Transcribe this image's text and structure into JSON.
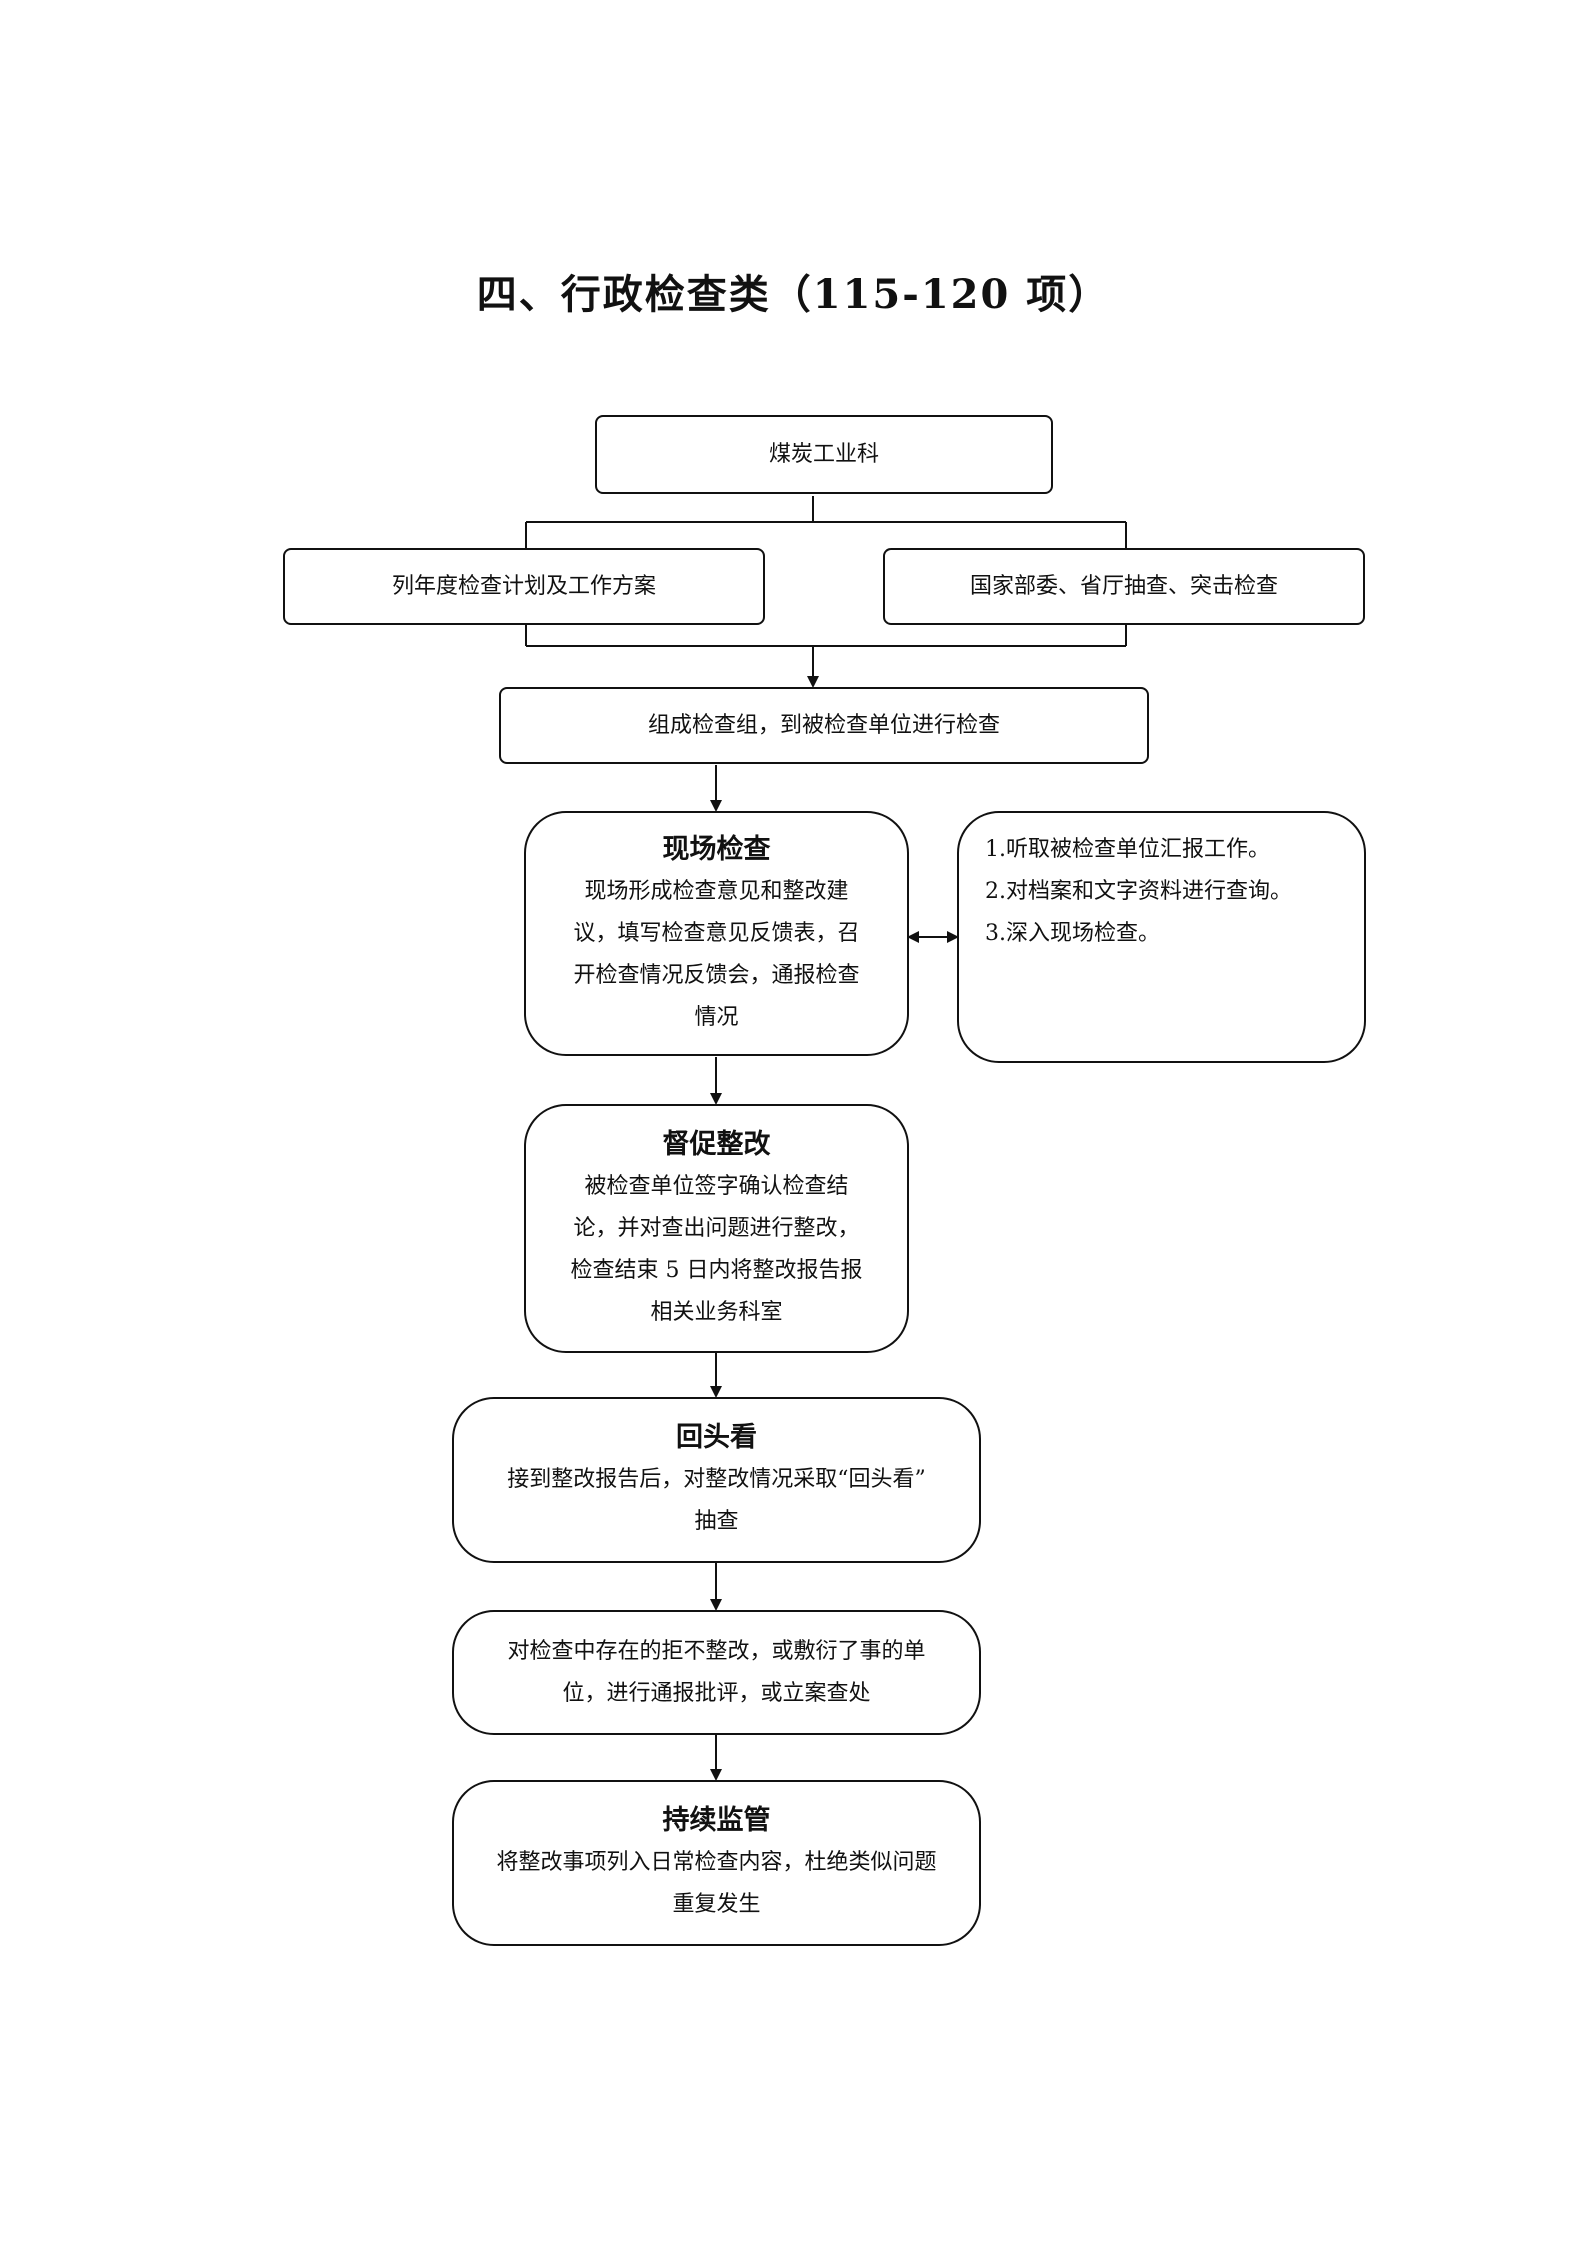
{
  "title": "四、行政检查类（115-120 项）",
  "nodes": {
    "root": "煤炭工业科",
    "source_left": "列年度检查计划及工作方案",
    "source_right": "国家部委、省厅抽查、突击检查",
    "team": "组成检查组，到被检查单位进行检查",
    "onsite": {
      "title": "现场检查",
      "body": "现场形成检查意见和整改建\n议，填写检查意见反馈表，召\n开检查情况反馈会，通报检查\n情况"
    },
    "onsite_steps": [
      "1.听取被检查单位汇报工作。",
      "2.对档案和文字资料进行查询。",
      "3.深入现场检查。"
    ],
    "supervise": {
      "title": "督促整改",
      "body": "被检查单位签字确认检查结\n论，并对查出问题进行整改，\n检查结束 5 日内将整改报告报\n相关业务科室"
    },
    "review": {
      "title": "回头看",
      "body": "接到整改报告后，对整改情况采取“回头看”\n抽查"
    },
    "penalty": "对检查中存在的拒不整改，或敷衍了事的单\n位，进行通报批评，或立案查处",
    "ongoing": {
      "title": "持续监管",
      "body": "将整改事项列入日常检查内容，杜绝类似问题\n重复发生"
    }
  }
}
